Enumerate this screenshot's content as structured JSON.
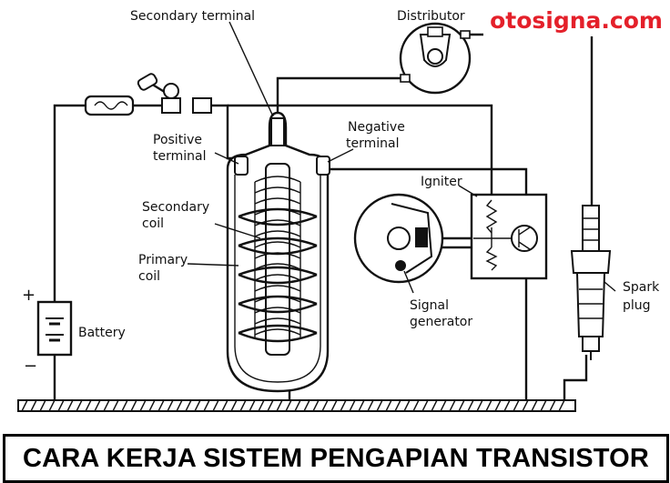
{
  "watermark": "otosigna.com",
  "caption": "CARA KERJA SISTEM PENGAPIAN TRANSISTOR",
  "labels": {
    "secondary_terminal": "Secondary terminal",
    "distributor": "Distributor",
    "negative_terminal_1": "Negative",
    "negative_terminal_2": "terminal",
    "positive_terminal_1": "Positive",
    "positive_terminal_2": "terminal",
    "igniter": "Igniter",
    "secondary_coil_1": "Secondary",
    "secondary_coil_2": "coil",
    "primary_coil_1": "Primary",
    "primary_coil_2": "coil",
    "signal_generator_1": "Signal",
    "signal_generator_2": "generator",
    "spark_plug_1": "Spark",
    "spark_plug_2": "plug",
    "battery": "Battery",
    "battery_plus": "+",
    "battery_minus": "−"
  },
  "icons": [
    "fuse-icon",
    "ignition-switch-icon",
    "battery-icon",
    "ignition-coil-icon",
    "distributor-icon",
    "signal-generator-icon",
    "igniter-icon",
    "spark-plug-icon",
    "ground-icon"
  ]
}
